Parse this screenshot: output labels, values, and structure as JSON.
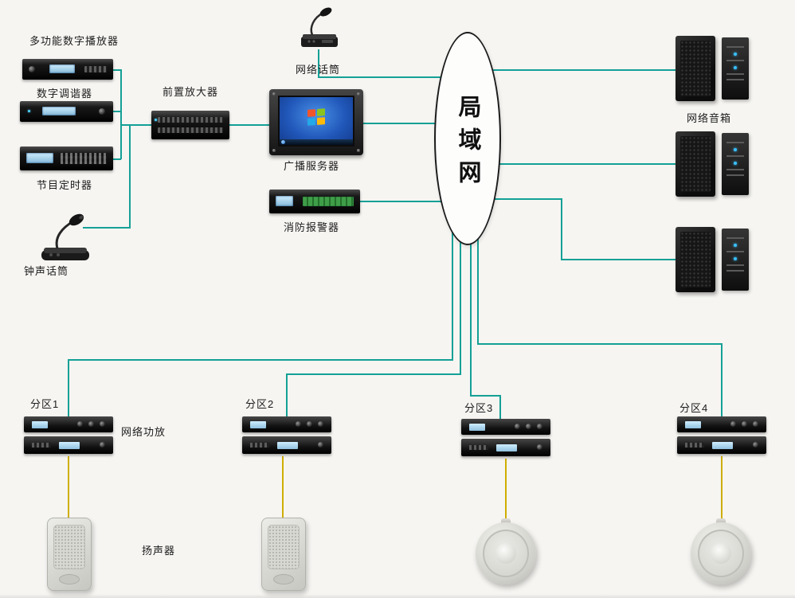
{
  "colors": {
    "wire_network_teal": "#14a096",
    "wire_audio_yellow": "#cfae00",
    "device_black": "#111111",
    "server_screen_blue": "#2158ba",
    "background": "#f6f5f2"
  },
  "labels": {
    "digital_player": "多功能数字播放器",
    "tuner": "数字调谐器",
    "timer": "节目定时器",
    "bell_mic": "钟声话筒",
    "preamp": "前置放大器",
    "network_mic": "网络话筒",
    "broadcast_server": "广播服务器",
    "fire_alarm": "消防报警器",
    "lan": "局域网",
    "network_speakers": "网络音箱",
    "network_amp": "网络功放",
    "speakers": "扬声器",
    "zone1": "分区1",
    "zone2": "分区2",
    "zone3": "分区3",
    "zone4": "分区4"
  }
}
